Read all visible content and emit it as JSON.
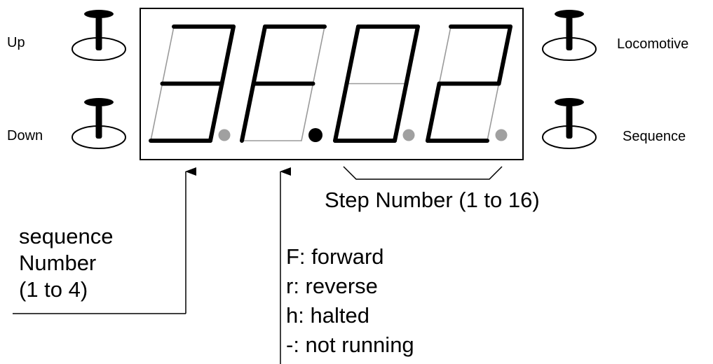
{
  "toggles": {
    "up": {
      "label": "Up",
      "icon": "toggle-switch-icon"
    },
    "down": {
      "label": "Down",
      "icon": "toggle-switch-icon"
    },
    "locomotive": {
      "label": "Locomotive",
      "icon": "toggle-switch-icon"
    },
    "sequence": {
      "label": "Sequence",
      "icon": "toggle-switch-icon"
    }
  },
  "display": {
    "digits": [
      "3",
      "F",
      "0",
      "2"
    ],
    "decimal_points": [
      false,
      true,
      false,
      false
    ],
    "colors": {
      "lit": "#000000",
      "unlit": "#9a9a9a",
      "dp_off": "#a0a0a0"
    }
  },
  "annotations": {
    "step_number": "Step Number (1 to 16)",
    "sequence_number": [
      "sequence",
      "Number",
      "(1 to 4)"
    ],
    "direction": [
      "F: forward",
      "r: reverse",
      "h: halted",
      "-: not running"
    ]
  }
}
